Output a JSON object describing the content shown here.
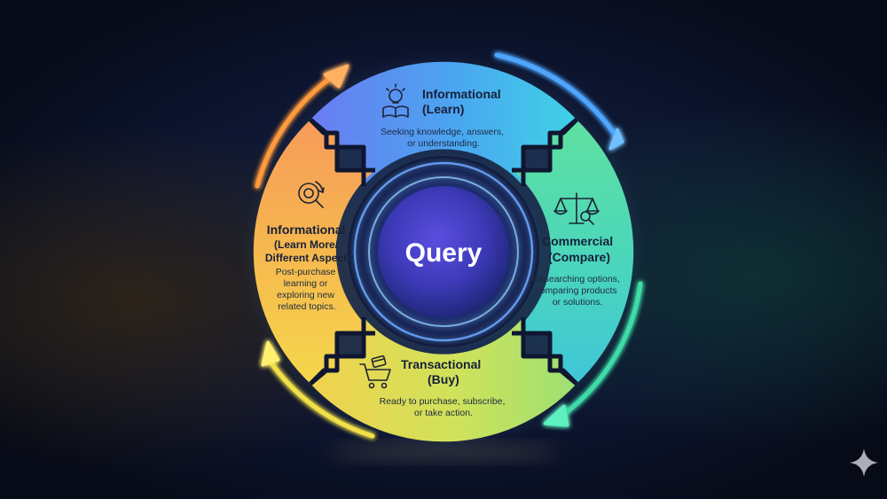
{
  "center": {
    "label": "Query"
  },
  "segments": {
    "informational": {
      "title_lines": [
        "Informational",
        "(Learn)"
      ],
      "desc_lines": [
        "Seeking knowledge, answers,",
        "or understanding."
      ],
      "icon": "lightbulb-book-icon",
      "color": "#4cb6f0"
    },
    "commercial": {
      "title_lines": [
        "Commercial",
        "(Compare)"
      ],
      "desc_lines": [
        "Researching options,",
        "comparing products",
        "or solutions."
      ],
      "icon": "scales-magnifier-icon",
      "color": "#5fdca6"
    },
    "transactional": {
      "title_lines": [
        "Transactional",
        "(Buy)"
      ],
      "desc_lines": [
        "Ready to purchase, subscribe,",
        "or take action."
      ],
      "icon": "shopping-cart-icon",
      "color": "#c9e05a"
    },
    "informational_more": {
      "title_lines": [
        "Informational",
        "(Learn More/",
        "Different Aspect)"
      ],
      "desc_lines": [
        "Post-purchase",
        "learning or",
        "exploring new",
        "related topics."
      ],
      "icon": "magnifier-refresh-icon",
      "color": "#f4c04e"
    }
  },
  "arrow_colors": {
    "top_right": "#4fa6ff",
    "bottom_right": "#3fdca8",
    "bottom_left": "#f2e04a",
    "top_left": "#ff9a3c"
  },
  "watermark_icon": "sparkle-icon"
}
